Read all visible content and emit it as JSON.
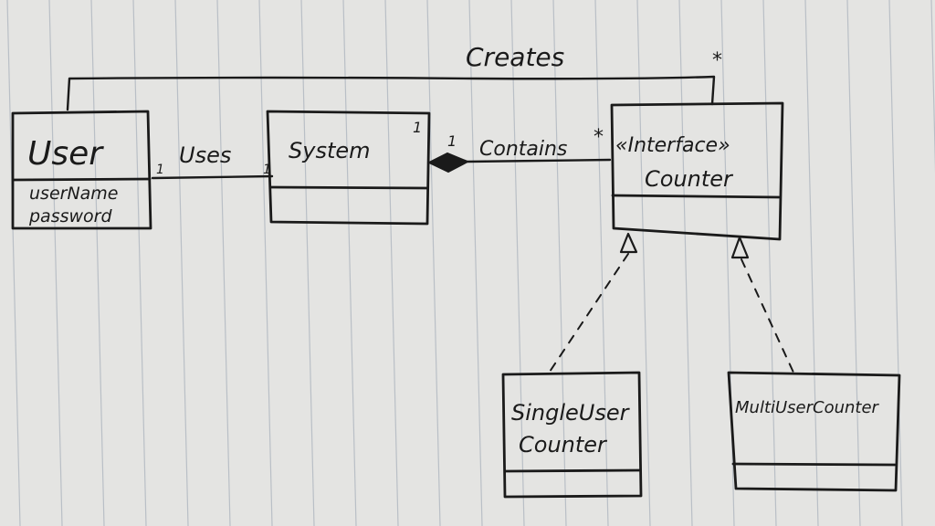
{
  "classes": {
    "user": {
      "name": "User",
      "attributes": [
        "userName",
        "password"
      ]
    },
    "system": {
      "name": "System"
    },
    "counter": {
      "stereotype": "«Interface»",
      "name": "Counter"
    },
    "single": {
      "name_line1": "SingleUser",
      "name_line2": "Counter"
    },
    "multi": {
      "name": "MultiUserCounter"
    }
  },
  "associations": {
    "creates": {
      "label": "Creates",
      "many": "*"
    },
    "uses": {
      "label": "Uses",
      "left_mult": "1",
      "right_mult": "1"
    },
    "contains": {
      "label": "Contains",
      "system_mult": "1",
      "diamond_mult": "1",
      "counter_mult": "*"
    }
  },
  "colors": {
    "paper": "#e4e4e2",
    "ruling": "#b9bfc6",
    "ink": "#1a1a1a"
  }
}
